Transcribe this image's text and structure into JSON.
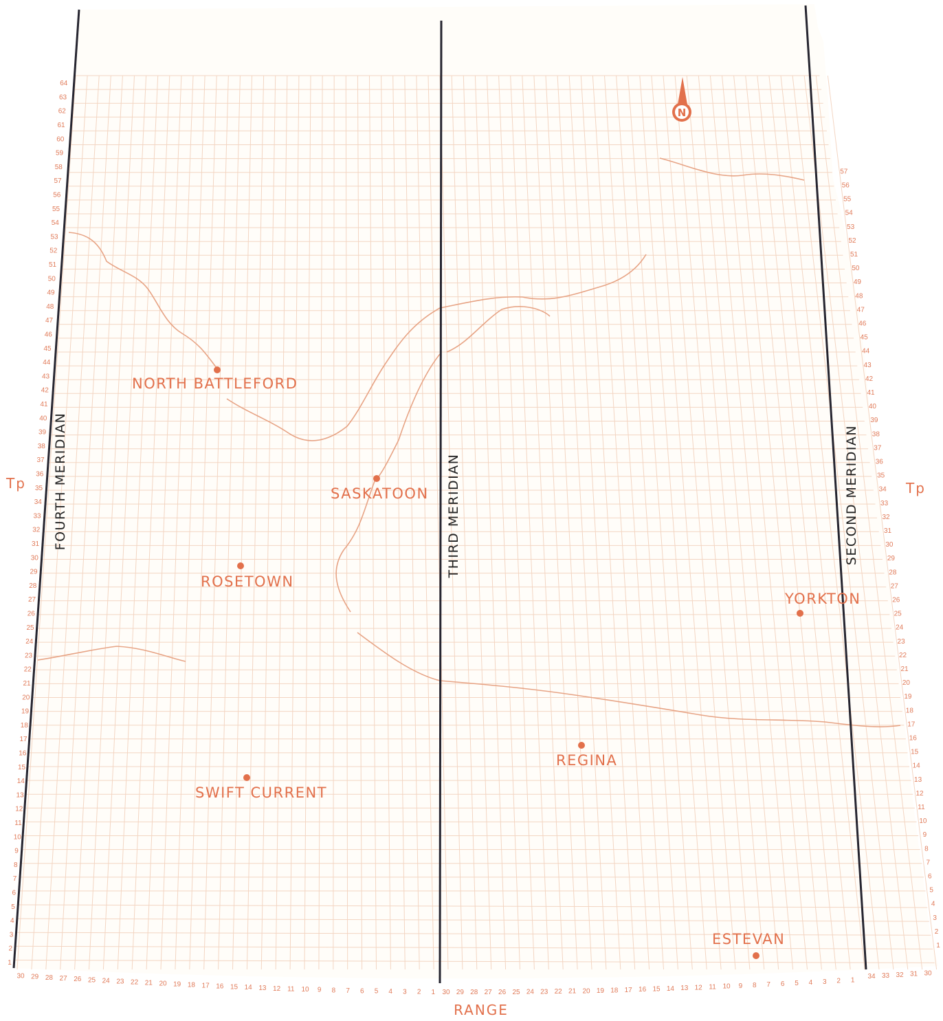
{
  "colors": {
    "background": "#fffdf9",
    "grid": "#f3d5c2",
    "grid_major": "#ebbfa3",
    "rivers": "#e7a384",
    "label": "#e2704b",
    "meridian": "#262530",
    "tick": "#e07a58"
  },
  "meridians": [
    {
      "id": "fourth",
      "label": "FOURTH MERIDIAN"
    },
    {
      "id": "third",
      "label": "THIRD MERIDIAN"
    },
    {
      "id": "second",
      "label": "SECOND MERIDIAN"
    }
  ],
  "cities": [
    {
      "id": "north-battleford",
      "name": "NORTH BATTLEFORD"
    },
    {
      "id": "saskatoon",
      "name": "SASKATOON"
    },
    {
      "id": "rosetown",
      "name": "ROSETOWN"
    },
    {
      "id": "yorkton",
      "name": "YORKTON"
    },
    {
      "id": "regina",
      "name": "REGINA"
    },
    {
      "id": "swift-current",
      "name": "SWIFT CURRENT"
    },
    {
      "id": "estevan",
      "name": "ESTEVAN"
    }
  ],
  "axis": {
    "township_label": "Tp",
    "range_label": "RANGE",
    "left_townships": [
      "1",
      "2",
      "3",
      "4",
      "5",
      "6",
      "7",
      "8",
      "9",
      "10",
      "11",
      "12",
      "13",
      "14",
      "15",
      "16",
      "17",
      "18",
      "19",
      "20",
      "21",
      "22",
      "23",
      "24",
      "25",
      "26",
      "27",
      "28",
      "29",
      "30",
      "31",
      "32",
      "33",
      "34",
      "35",
      "36",
      "37",
      "38",
      "39",
      "40",
      "41",
      "42",
      "43",
      "44",
      "45",
      "46",
      "47",
      "48",
      "49",
      "50",
      "51",
      "52",
      "53",
      "54",
      "55",
      "56",
      "57",
      "58",
      "59",
      "60",
      "61",
      "62",
      "63",
      "64"
    ],
    "right_townships": [
      "1",
      "2",
      "3",
      "4",
      "5",
      "6",
      "7",
      "8",
      "9",
      "10",
      "11",
      "12",
      "13",
      "14",
      "15",
      "16",
      "17",
      "18",
      "19",
      "20",
      "21",
      "22",
      "23",
      "24",
      "25",
      "26",
      "27",
      "28",
      "29",
      "30",
      "31",
      "32",
      "33",
      "34",
      "35",
      "36",
      "37",
      "38",
      "39",
      "40",
      "41",
      "42",
      "43",
      "44",
      "45",
      "46",
      "47",
      "48",
      "49",
      "50",
      "51",
      "52",
      "53",
      "54",
      "55",
      "56",
      "57"
    ],
    "ranges_w4": [
      "30",
      "29",
      "28",
      "27",
      "26",
      "25",
      "24",
      "23",
      "22",
      "21",
      "20",
      "19",
      "18",
      "17",
      "16",
      "15",
      "14",
      "13",
      "12",
      "11",
      "10",
      "9",
      "8",
      "7",
      "6",
      "5",
      "4",
      "3",
      "2",
      "1"
    ],
    "ranges_w3": [
      "30",
      "29",
      "28",
      "27",
      "26",
      "25",
      "24",
      "23",
      "22",
      "21",
      "20",
      "19",
      "18",
      "17",
      "16",
      "15",
      "14",
      "13",
      "12",
      "11",
      "10",
      "9",
      "8",
      "7",
      "6",
      "5",
      "4",
      "3",
      "2",
      "1"
    ],
    "ranges_w2": [
      "34",
      "33",
      "32",
      "31",
      "30"
    ]
  },
  "north_arrow": {
    "letter": "N"
  }
}
